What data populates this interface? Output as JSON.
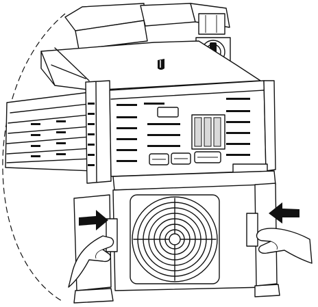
{
  "figure": {
    "subject": "drive-unit-fan-cover-removal",
    "line_color": "#111111",
    "fill_color": "#ffffff",
    "arrows": [
      {
        "name": "left-press-arrow",
        "direction": "right"
      },
      {
        "name": "right-press-arrow",
        "direction": "left"
      }
    ],
    "icons": [
      "fan-icon",
      "arrow-right-icon",
      "arrow-left-icon",
      "hand-icon"
    ]
  }
}
